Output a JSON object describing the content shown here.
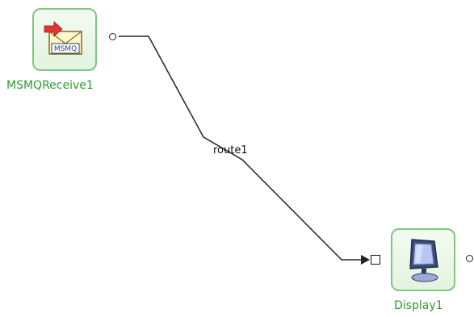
{
  "nodes": {
    "source": {
      "label": "MSMQReceive1",
      "icon_text": "MSMQ",
      "icon": "msmq-receive-icon",
      "port_icon": "output-port-icon"
    },
    "target": {
      "label": "Display1",
      "icon": "monitor-icon",
      "input_port_icon": "input-port-icon",
      "output_port_icon": "output-port-icon"
    }
  },
  "route": {
    "label": "route1",
    "arrow_icon": "arrowhead-icon"
  },
  "colors": {
    "node_border": "#7fc77f",
    "node_label": "#2f9a2f",
    "wire": "#222222"
  }
}
